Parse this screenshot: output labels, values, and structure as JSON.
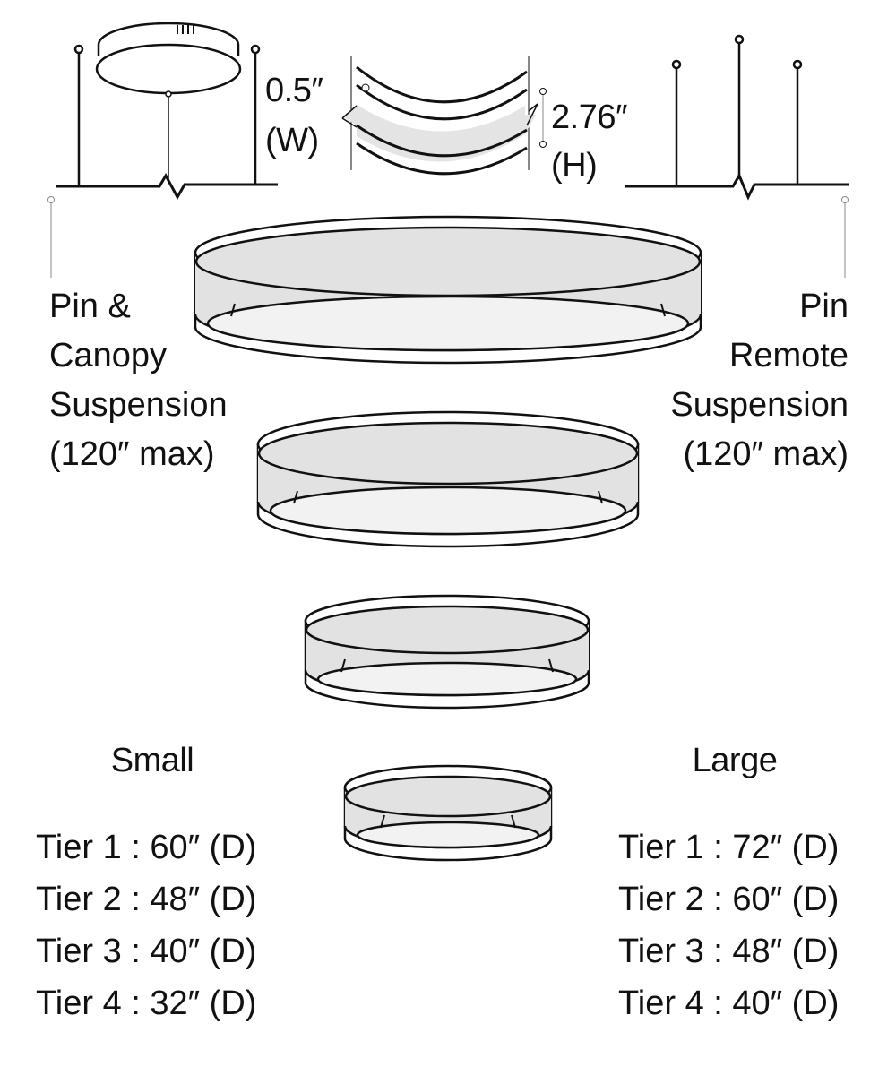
{
  "dimensions": {
    "width_label": "0.5″",
    "width_sub": "(W)",
    "height_label": "2.76″",
    "height_sub": "(H)"
  },
  "left_option": {
    "lines": [
      "Pin &",
      "Canopy",
      "Suspension",
      "(120″ max)"
    ]
  },
  "right_option": {
    "lines": [
      "Pin",
      "Remote",
      "Suspension",
      "(120″ max)"
    ]
  },
  "small": {
    "title": "Small",
    "tiers": [
      "Tier 1 :  60″ (D)",
      "Tier 2 :  48″ (D)",
      "Tier 3 :  40″ (D)",
      "Tier 4 :  32″ (D)"
    ]
  },
  "large": {
    "title": "Large",
    "tiers": [
      "Tier 1 :  72″ (D)",
      "Tier 2 :  60″ (D)",
      "Tier 3 :  48″ (D)",
      "Tier 4 :  40″ (D)"
    ]
  },
  "colors": {
    "line": "#111111",
    "band": "#e2e2e2",
    "interior": "#f2f2f2"
  }
}
